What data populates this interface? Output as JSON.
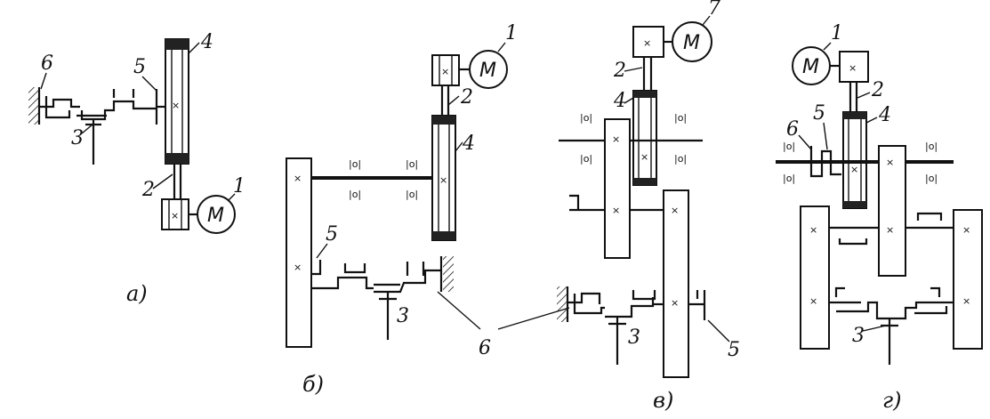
{
  "labels": {
    "motor": "M",
    "n1": "1",
    "n2": "2",
    "n3": "3",
    "n4": "4",
    "n5": "5",
    "n6": "6",
    "n7": "7"
  },
  "captions": {
    "a": "а)",
    "b": "б)",
    "v": "в)",
    "g": "г)"
  },
  "bearing_mark": "|o|",
  "cross_mark": "×"
}
